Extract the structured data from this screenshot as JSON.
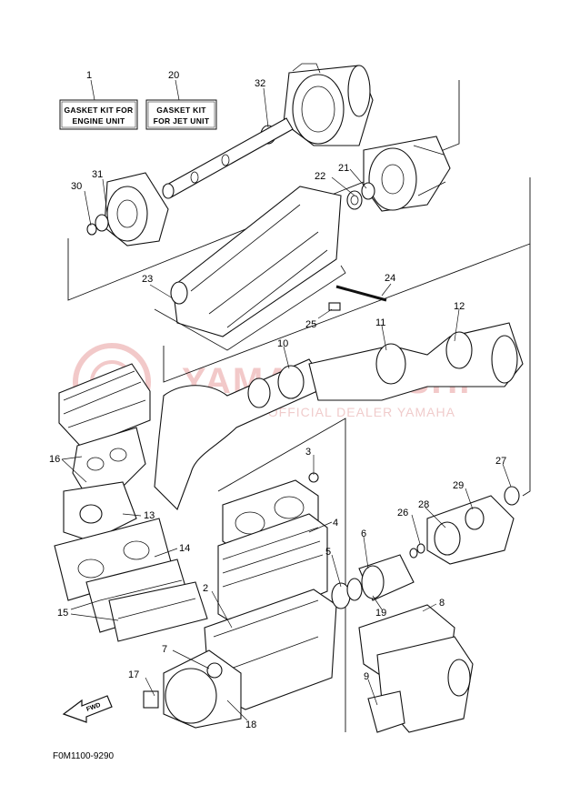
{
  "diagram": {
    "kit_boxes": [
      {
        "number": "1",
        "line1": "GASKET KIT FOR",
        "line2": "ENGINE UNIT"
      },
      {
        "number": "20",
        "line1": "GASKET KIT",
        "line2": "FOR JET UNIT"
      }
    ],
    "callouts": [
      "2",
      "3",
      "4",
      "5",
      "6",
      "7",
      "8",
      "9",
      "10",
      "11",
      "12",
      "13",
      "14",
      "15",
      "16",
      "17",
      "18",
      "19",
      "21",
      "22",
      "23",
      "24",
      "25",
      "26",
      "27",
      "28",
      "29",
      "30",
      "31",
      "32"
    ],
    "fwd_label": "FWD",
    "diagram_code": "F0M1100-9290",
    "watermark": {
      "line1": "YAMAHAKUSHI",
      "line2": "EVOLUTION OFFICIAL DEALER YAMAHA"
    },
    "colors": {
      "line": "#111111",
      "watermark": "#f2c9c9",
      "background": "#ffffff"
    }
  }
}
